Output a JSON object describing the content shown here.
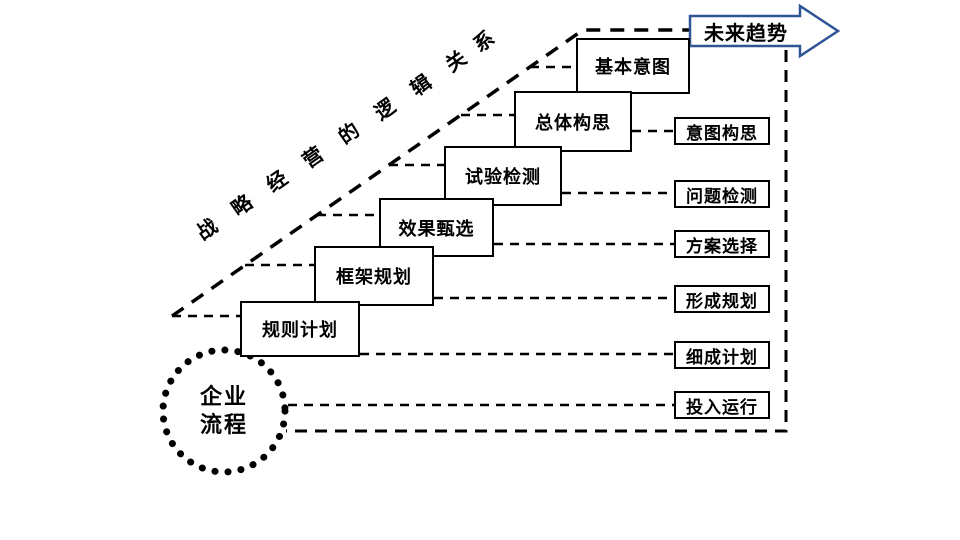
{
  "arrow": {
    "label": "未来趋势",
    "border_color": "#2f5597"
  },
  "diagonal_axis": {
    "text": "战略经营的逻辑关系",
    "chars": [
      "战",
      "略",
      "经",
      "营",
      "的",
      "逻",
      "辑",
      "关",
      "系"
    ]
  },
  "stairs": [
    {
      "label": "基本意图"
    },
    {
      "label": "总体构思"
    },
    {
      "label": "试验检测"
    },
    {
      "label": "效果甄选"
    },
    {
      "label": "框架规划"
    },
    {
      "label": "规则计划"
    }
  ],
  "outputs": [
    {
      "label": "意图构思"
    },
    {
      "label": "问题检测"
    },
    {
      "label": "方案选择"
    },
    {
      "label": "形成规划"
    },
    {
      "label": "细成计划"
    },
    {
      "label": "投入运行"
    }
  ],
  "circle": {
    "line1": "企业",
    "line2": "流程"
  },
  "colors": {
    "line": "#000000"
  }
}
